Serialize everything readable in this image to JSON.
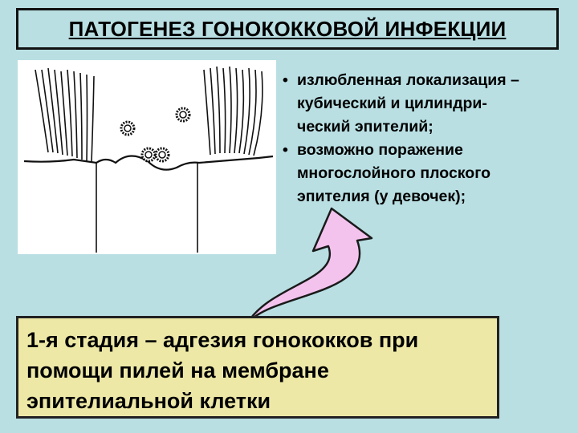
{
  "title": "ПАТОГЕНЕЗ ГОНОКОККОВОЙ ИНФЕКЦИИ",
  "bullets": [
    "излюбленная локализация – кубический и цилиндри-ческий эпителий;",
    "возможно поражение многослойного плоского эпителия (у девочек);"
  ],
  "bullet_lines": [
    [
      "излюбленная локализация –",
      "кубический и цилиндри-",
      "ческий эпителий;"
    ],
    [
      "возможно поражение",
      "многослойного плоского",
      "эпителия (у девочек);"
    ]
  ],
  "stage": {
    "lines": [
      "1-я стадия – адгезия гонококков при",
      "помощи пилей на мембране",
      "эпителиальной клетки"
    ]
  },
  "colors": {
    "background": "#b9dfe3",
    "stage_box": "#ede8a6",
    "arrow_fill": "#f3c3ee",
    "arrow_outline": "#1a1a1a"
  },
  "icons": {
    "diagram": "epithelium-gonococci-illustration",
    "arrow": "curved-arrow-up"
  }
}
